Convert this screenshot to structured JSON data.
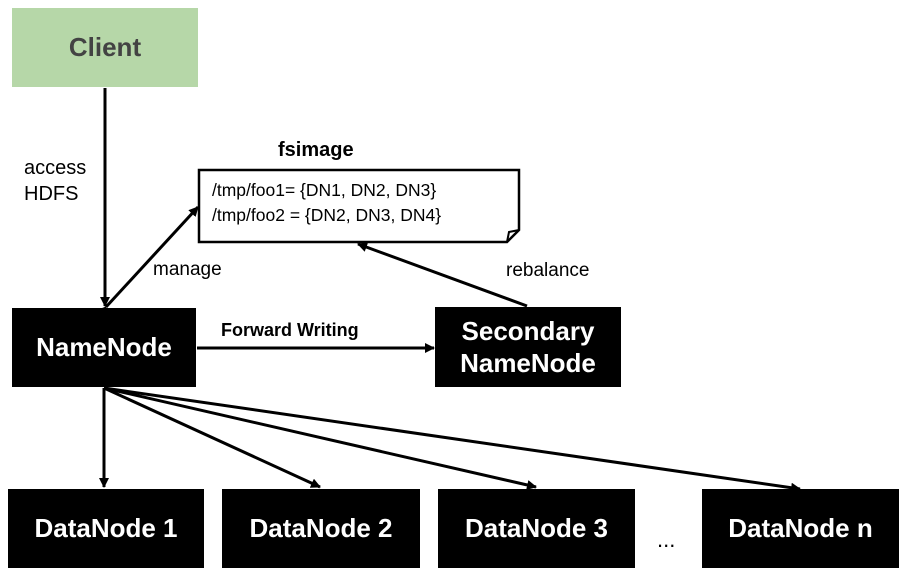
{
  "nodes": {
    "client": "Client",
    "namenode": "NameNode",
    "secondary_line1": "Secondary",
    "secondary_line2": "NameNode",
    "datanodes": [
      "DataNode 1",
      "DataNode 2",
      "DataNode 3",
      "DataNode n"
    ],
    "ellipsis": "..."
  },
  "fsimage": {
    "title": "fsimage",
    "lines": [
      "/tmp/foo1= {DN1, DN2, DN3}",
      "/tmp/foo2 = {DN2, DN3, DN4}"
    ]
  },
  "edges": {
    "access_line1": "access",
    "access_line2": "HDFS",
    "manage": "manage",
    "forward_writing": "Forward Writing",
    "rebalance": "rebalance"
  },
  "colors": {
    "client_fill": "#b6d7a8",
    "client_text": "#434343",
    "node_fill": "#000000",
    "node_text": "#ffffff"
  }
}
